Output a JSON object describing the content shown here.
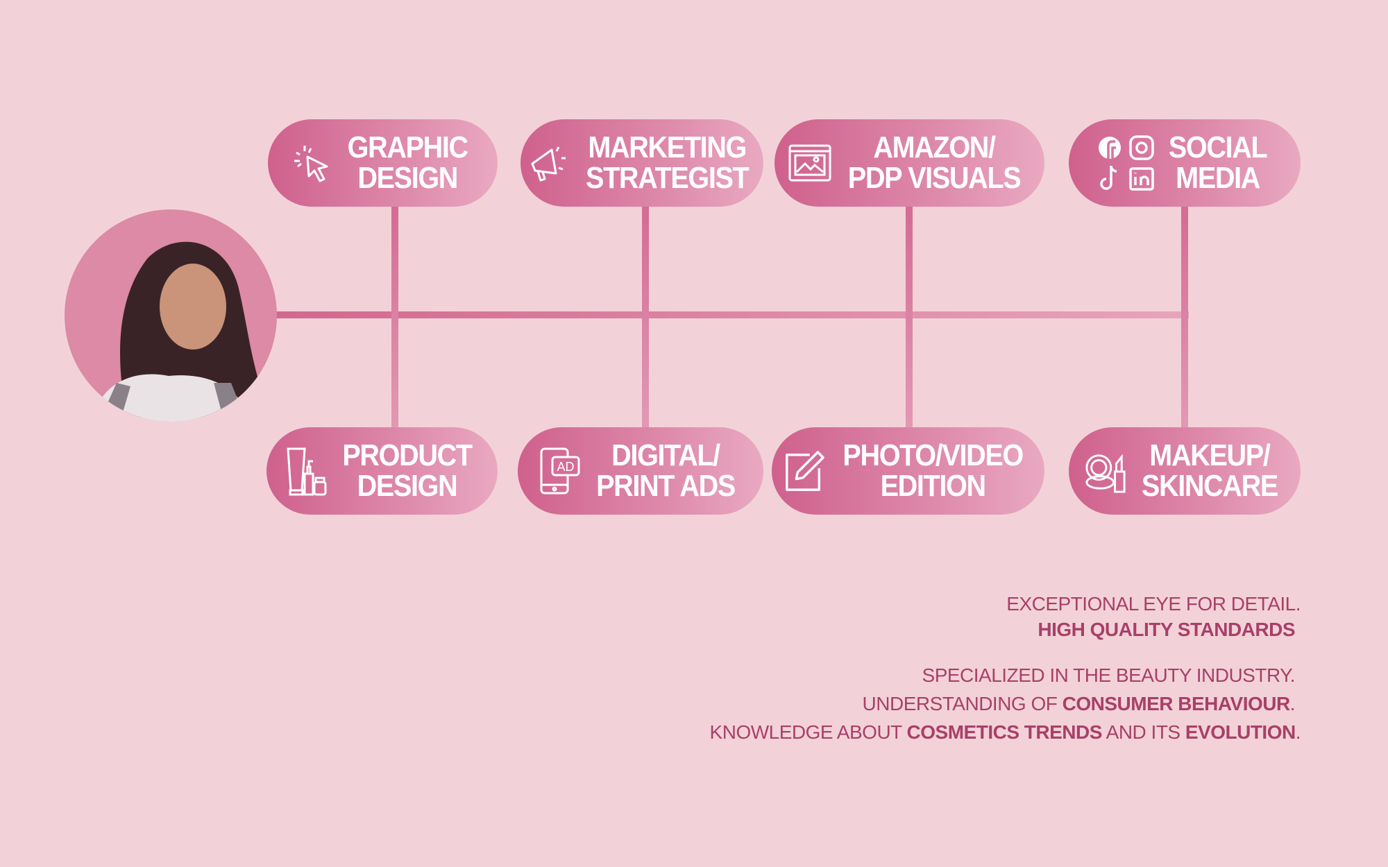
{
  "skills_top": [
    {
      "line1": "GRAPHIC",
      "line2": "DESIGN",
      "icon": "cursor-click-icon"
    },
    {
      "line1": "MARKETING",
      "line2": "STRATEGIST",
      "icon": "megaphone-icon"
    },
    {
      "line1": "AMAZON/",
      "line2": "PDP VISUALS",
      "icon": "browser-image-icon"
    },
    {
      "line1": "SOCIAL",
      "line2": "MEDIA",
      "icon": "social-icons"
    }
  ],
  "skills_bottom": [
    {
      "line1": "PRODUCT",
      "line2": "DESIGN",
      "icon": "cosmetic-bottles-icon"
    },
    {
      "line1": "DIGITAL/",
      "line2": "PRINT ADS",
      "icon": "phone-ad-icon"
    },
    {
      "line1": "PHOTO/VIDEO",
      "line2": "EDITION",
      "icon": "pencil-edit-icon"
    },
    {
      "line1": "MAKEUP/",
      "line2": "SKINCARE",
      "icon": "compact-lipstick-icon"
    }
  ],
  "statements": {
    "l1": "EXCEPTIONAL EYE FOR DETAIL.",
    "l2": "HIGH QUALITY STANDARDS",
    "l3": "SPECIALIZED IN THE BEAUTY INDUSTRY.",
    "l4a": "UNDERSTANDING OF ",
    "l4b": "CONSUMER BEHAVIOUR",
    "l4c": ".",
    "l5a": "KNOWLEDGE ABOUT ",
    "l5b": "COSMETICS TRENDS",
    "l5c": " AND ITS ",
    "l5d": "EVOLUTION",
    "l5e": "."
  },
  "colors": {
    "background": "#f2d2d8",
    "accent": "#cf618c",
    "text": "#a93f69"
  }
}
